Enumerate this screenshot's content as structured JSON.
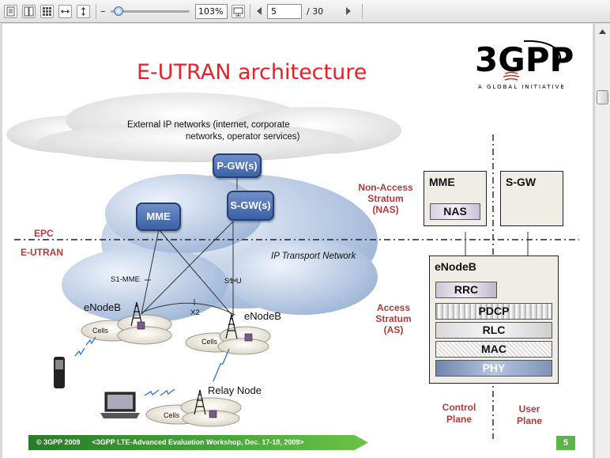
{
  "toolbar": {
    "zoom_value": "103%",
    "page_value": "5",
    "page_total": "/  30",
    "zoom_level": 0.1
  },
  "slide": {
    "title": "E-UTRAN architecture",
    "logo": {
      "text": "3GPP",
      "tagline": "A GLOBAL INITIATIVE"
    },
    "cloud_text": [
      "External IP networks (internet, corporate",
      "networks, operator services)"
    ],
    "ip_transport": "IP Transport Network",
    "nodes": {
      "pgw": "P-GW(s)",
      "sgw": "S-GW(s)",
      "mme": "MME"
    },
    "interfaces": {
      "s1mme": "S1-MME",
      "s1u": "S1-U",
      "x2": "X2"
    },
    "labels": {
      "epc": "EPC",
      "eutran": "E-UTRAN",
      "enodeb1": "eNodeB",
      "enodeb2": "eNodeB",
      "cells1": "Cells",
      "cells2": "Cells",
      "cells3": "Cells",
      "relay": "Relay Node"
    },
    "nas_label": [
      "Non-Access",
      "Stratum",
      "(NAS)"
    ],
    "as_label": [
      "Access",
      "Stratum",
      "(AS)"
    ],
    "stack": {
      "mme_box": "MME",
      "nas_layer": "NAS",
      "sgw_box": "S-GW",
      "enodeb_box": "eNodeB",
      "layers": [
        "RRC",
        "PDCP",
        "RLC",
        "MAC",
        "PHY"
      ]
    },
    "planes": {
      "control": [
        "Control",
        "Plane"
      ],
      "user": [
        "User",
        "Plane"
      ]
    },
    "footer": {
      "copyright": "© 3GPP 2009",
      "event": "<3GPP LTE-Advanced Evaluation Workshop, Dec. 17-18, 2009>",
      "page_number": "5"
    }
  },
  "colors": {
    "title_red": "#e8202a",
    "label_red": "#b23a3a",
    "node_blue": "#3c60a6",
    "footer_green": "#4aa83a"
  }
}
